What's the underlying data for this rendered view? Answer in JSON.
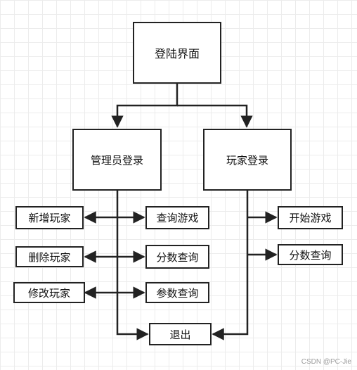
{
  "nodes": {
    "login": "登陆界面",
    "admin_login": "管理员登录",
    "player_login": "玩家登录",
    "add_player": "新增玩家",
    "delete_player": "删除玩家",
    "edit_player": "修改玩家",
    "query_game": "查询游戏",
    "score_query_admin": "分数查询",
    "param_query": "参数查询",
    "exit": "退出",
    "start_game": "开始游戏",
    "score_query_player": "分数查询"
  },
  "watermark": "CSDN @PC-Jie"
}
